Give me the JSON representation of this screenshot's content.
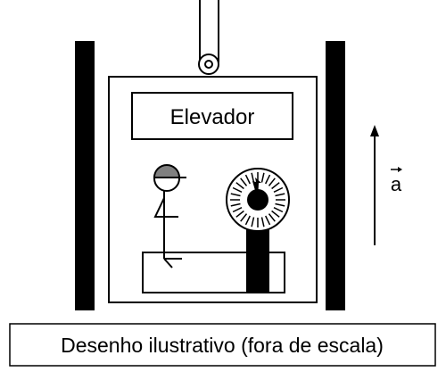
{
  "elevator_label": "Elevador",
  "acceleration_label": "a",
  "caption": "Desenho ilustrativo (fora de escala)",
  "colors": {
    "ink": "#000000",
    "background": "#ffffff",
    "cap": "#808080"
  },
  "icons": [
    "pulley-icon",
    "person-icon",
    "scale-dial-icon",
    "acceleration-arrow-icon"
  ]
}
